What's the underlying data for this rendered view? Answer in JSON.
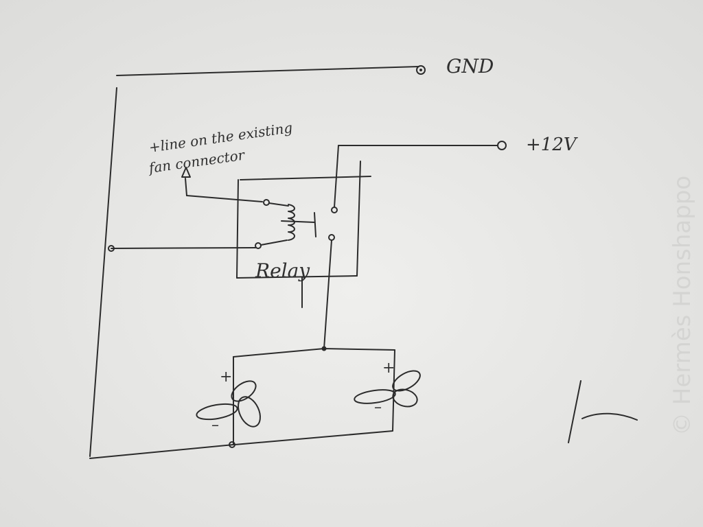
{
  "labels": {
    "gnd": "GND",
    "v12": "+12V",
    "note_line1": "+line on the existing",
    "note_line2": "fan connector",
    "relay": "Relay",
    "fan_left_plus": "+",
    "fan_left_minus": "–",
    "fan_right_plus": "+",
    "fan_right_minus": "–"
  },
  "watermark": "© Hermès Honshappo",
  "colors": {
    "ink": "#2b2b2b",
    "paper": "#e9e9e7",
    "watermark": "#d4d4d2"
  }
}
